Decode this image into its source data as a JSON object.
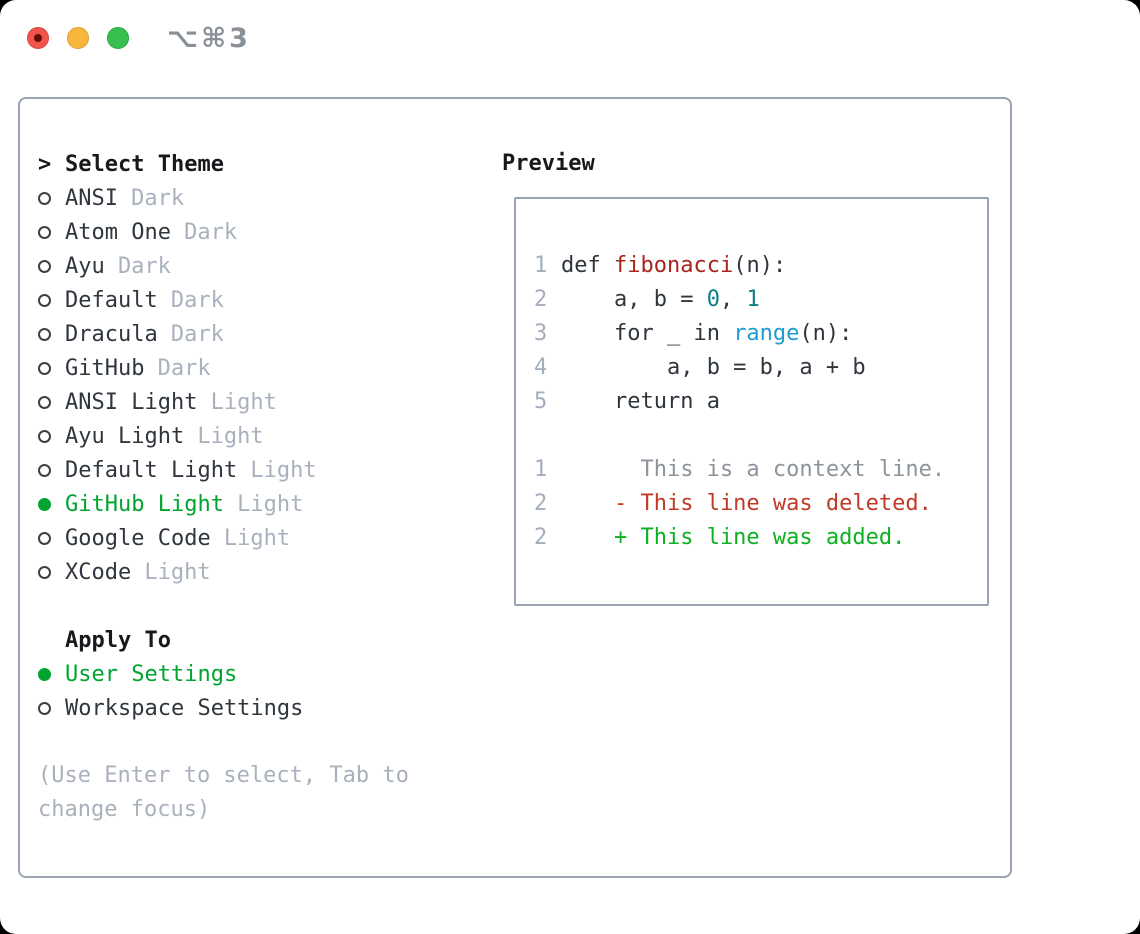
{
  "window": {
    "title": "⌥⌘3",
    "traffic_lights": [
      "close-button",
      "minimize-button",
      "zoom-button"
    ]
  },
  "colors": {
    "border": "#9aa3b1",
    "heading": "#17191c",
    "text": "#30363d",
    "muted": "#a9b1bd",
    "linenum": "#a3adbb",
    "context": "#8d939b",
    "green": "#00a42e",
    "added": "#0db021",
    "deleted": "#c13a28",
    "func": "#a8251c",
    "numlit": "#0e7e84",
    "builtin": "#1b9cd4",
    "titlegray": "#8a9097",
    "radio-ring": "#3a4047",
    "tl-red": "#f1524a",
    "tl-red-dot": "#5e0f08",
    "tl-yellow": "#f6b73c",
    "tl-green": "#37c050"
  },
  "theme_panel": {
    "marker": ">",
    "header": "Select Theme",
    "themes": [
      {
        "name": "ANSI",
        "variant": "Dark",
        "selected": false
      },
      {
        "name": "Atom One",
        "variant": "Dark",
        "selected": false
      },
      {
        "name": "Ayu",
        "variant": "Dark",
        "selected": false
      },
      {
        "name": "Default",
        "variant": "Dark",
        "selected": false
      },
      {
        "name": "Dracula",
        "variant": "Dark",
        "selected": false
      },
      {
        "name": "GitHub",
        "variant": "Dark",
        "selected": false
      },
      {
        "name": "ANSI Light",
        "variant": "Light",
        "selected": false
      },
      {
        "name": "Ayu Light",
        "variant": "Light",
        "selected": false
      },
      {
        "name": "Default Light",
        "variant": "Light",
        "selected": false
      },
      {
        "name": "GitHub Light",
        "variant": "Light",
        "selected": true
      },
      {
        "name": "Google Code",
        "variant": "Light",
        "selected": false
      },
      {
        "name": "XCode",
        "variant": "Light",
        "selected": false
      }
    ],
    "apply_to": {
      "header": "Apply To",
      "options": [
        {
          "name": "User Settings",
          "selected": true
        },
        {
          "name": "Workspace Settings",
          "selected": false
        }
      ]
    },
    "hint_lines": [
      "(Use Enter to select, Tab to",
      "change focus)"
    ]
  },
  "preview": {
    "header": "Preview",
    "lines": [
      {
        "num": "1",
        "tokens": [
          {
            "t": "def ",
            "c": "code"
          },
          {
            "t": "fibonacci",
            "c": "func"
          },
          {
            "t": "(n):",
            "c": "code"
          }
        ]
      },
      {
        "num": "2",
        "tokens": [
          {
            "t": "    a, b = ",
            "c": "code"
          },
          {
            "t": "0",
            "c": "number"
          },
          {
            "t": ", ",
            "c": "code"
          },
          {
            "t": "1",
            "c": "number"
          }
        ]
      },
      {
        "num": "3",
        "tokens": [
          {
            "t": "    for _ in ",
            "c": "code"
          },
          {
            "t": "range",
            "c": "builtin"
          },
          {
            "t": "(n):",
            "c": "code"
          }
        ]
      },
      {
        "num": "4",
        "tokens": [
          {
            "t": "        a, b = b, a + b",
            "c": "code"
          }
        ]
      },
      {
        "num": "5",
        "tokens": [
          {
            "t": "    return a",
            "c": "code"
          }
        ]
      },
      {
        "num": "",
        "tokens": []
      },
      {
        "num": "1",
        "tokens": [
          {
            "t": "      This is a context line.",
            "c": "context"
          }
        ]
      },
      {
        "num": "2",
        "tokens": [
          {
            "t": "    - This line was deleted.",
            "c": "deleted"
          }
        ]
      },
      {
        "num": "2",
        "tokens": [
          {
            "t": "    + This line was added.",
            "c": "added"
          }
        ]
      }
    ]
  }
}
